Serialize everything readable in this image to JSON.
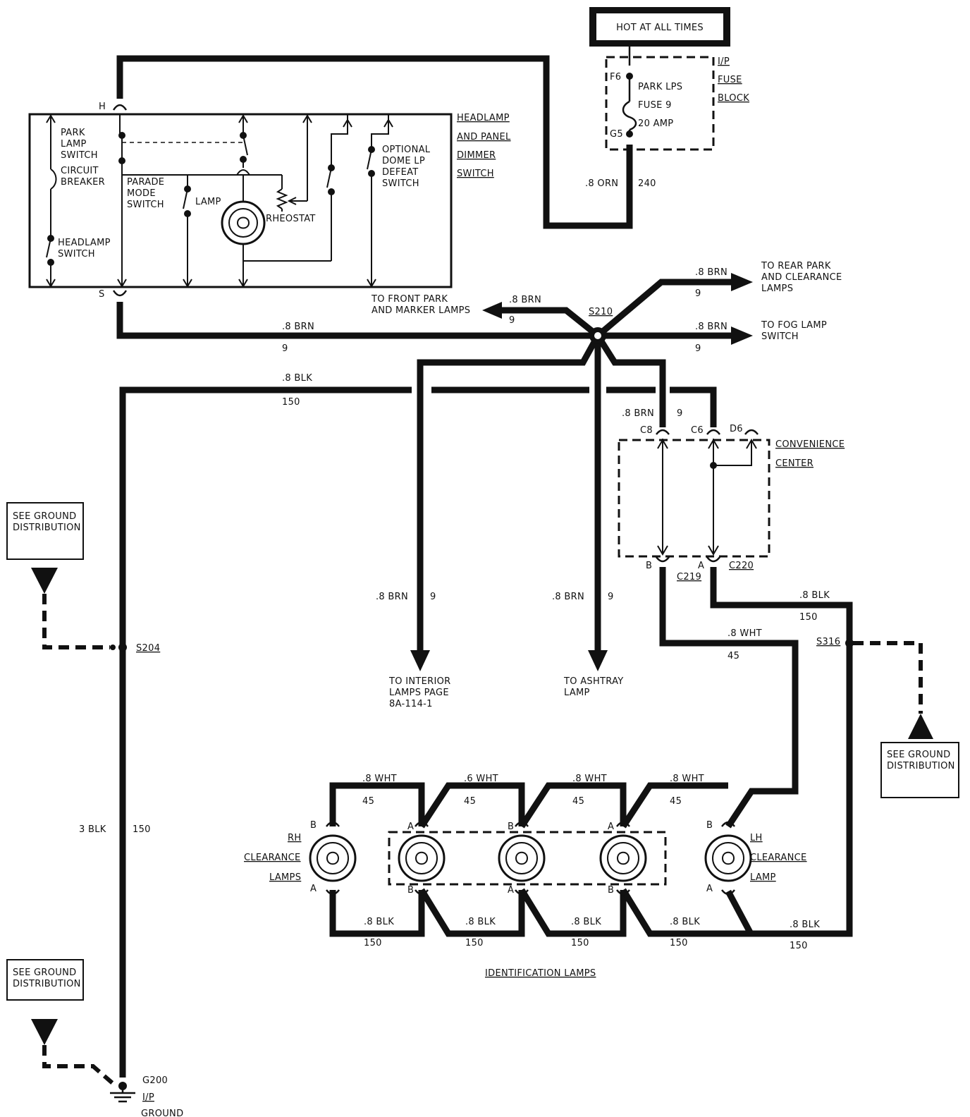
{
  "power": {
    "hot": "HOT AT ALL TIMES",
    "fuse_block": [
      "I/P",
      "FUSE",
      "BLOCK"
    ],
    "fuse_desc": [
      "PARK LPS",
      "FUSE 9",
      "20 AMP"
    ],
    "pin_in": "F6",
    "pin_out": "G5",
    "feed_wire": ".8 ORN",
    "feed_circuit": "240"
  },
  "switch_box": {
    "title": [
      "HEADLAMP",
      "AND PANEL",
      "DIMMER",
      "SWITCH"
    ],
    "pin_h": "H",
    "pin_s": "S",
    "park_lamp_switch": [
      "PARK",
      "LAMP",
      "SWITCH"
    ],
    "circuit_breaker": [
      "CIRCUIT",
      "BREAKER"
    ],
    "headlamp_switch": [
      "HEADLAMP",
      "SWITCH"
    ],
    "parade_mode": [
      "PARADE",
      "MODE",
      "SWITCH"
    ],
    "lamp": "LAMP",
    "rheostat": "RHEOSTAT",
    "dome_defeat": [
      "OPTIONAL",
      "DOME LP",
      "DEFEAT",
      "SWITCH"
    ]
  },
  "splice_s210": {
    "name": "S210",
    "wire_in": ".8 BRN",
    "circuit_in": "9",
    "front": {
      "wire": ".8 BRN",
      "circuit": "9",
      "dest": [
        "TO FRONT PARK",
        "AND MARKER LAMPS"
      ]
    },
    "rear": {
      "wire": ".8 BRN",
      "circuit": "9",
      "dest": [
        "TO REAR PARK",
        "AND CLEARANCE",
        "LAMPS"
      ]
    },
    "fog": {
      "wire": ".8 BRN",
      "circuit": "9",
      "dest": [
        "TO FOG LAMP",
        "SWITCH"
      ]
    },
    "interior": {
      "wire": ".8 BRN",
      "circuit": "9",
      "dest": [
        "TO INTERIOR",
        "LAMPS PAGE",
        "8A-114-1"
      ]
    },
    "ashtray": {
      "wire": ".8 BRN",
      "circuit": "9",
      "dest": [
        "TO ASHTRAY",
        "LAMP"
      ]
    },
    "to_center": {
      "wire": ".8 BRN",
      "circuit": "9"
    }
  },
  "ground_bus": {
    "wire": ".8 BLK",
    "circuit": "150",
    "splice": "S204",
    "main_wire": "3 BLK",
    "main_circuit": "150",
    "ground_name": "G200",
    "ground_desc": [
      "I/P",
      "GROUND"
    ]
  },
  "ground_refs": {
    "left_top": [
      "SEE GROUND",
      "DISTRIBUTION"
    ],
    "left_bottom": [
      "SEE GROUND",
      "DISTRIBUTION"
    ],
    "right": [
      "SEE GROUND",
      "DISTRIBUTION"
    ]
  },
  "convenience_center": {
    "title": [
      "CONVENIENCE",
      "CENTER"
    ],
    "pins_top": [
      "C8",
      "C6",
      "D6"
    ],
    "pin_b": "B",
    "pin_a": "A",
    "conn_b": "C219",
    "conn_a": "C220"
  },
  "right_ground": {
    "wire": ".8 BLK",
    "circuit": "150",
    "splice": "S316"
  },
  "lamp_feed": {
    "wire": ".8 WHT",
    "circuit": "45"
  },
  "lamps": {
    "rh_label": [
      "RH",
      "CLEARANCE",
      "LAMPS"
    ],
    "lh_label": [
      "LH",
      "CLEARANCE",
      "LAMP"
    ],
    "group_label": "IDENTIFICATION LAMPS",
    "pins": {
      "rh": [
        "B",
        "A"
      ],
      "id1": [
        "A",
        "B"
      ],
      "id2": [
        "B",
        "A"
      ],
      "id3": [
        "A",
        "B"
      ],
      "lh": [
        "B",
        "A"
      ]
    },
    "top_wires": [
      {
        "wire": ".8 WHT",
        "circuit": "45"
      },
      {
        "wire": ".6 WHT",
        "circuit": "45"
      },
      {
        "wire": ".8 WHT",
        "circuit": "45"
      },
      {
        "wire": ".8 WHT",
        "circuit": "45"
      }
    ],
    "bottom_wires": [
      {
        "wire": ".8 BLK",
        "circuit": "150"
      },
      {
        "wire": ".8 BLK",
        "circuit": "150"
      },
      {
        "wire": ".8 BLK",
        "circuit": "150"
      },
      {
        "wire": ".8 BLK",
        "circuit": "150"
      },
      {
        "wire": ".8 BLK",
        "circuit": "150"
      }
    ]
  }
}
